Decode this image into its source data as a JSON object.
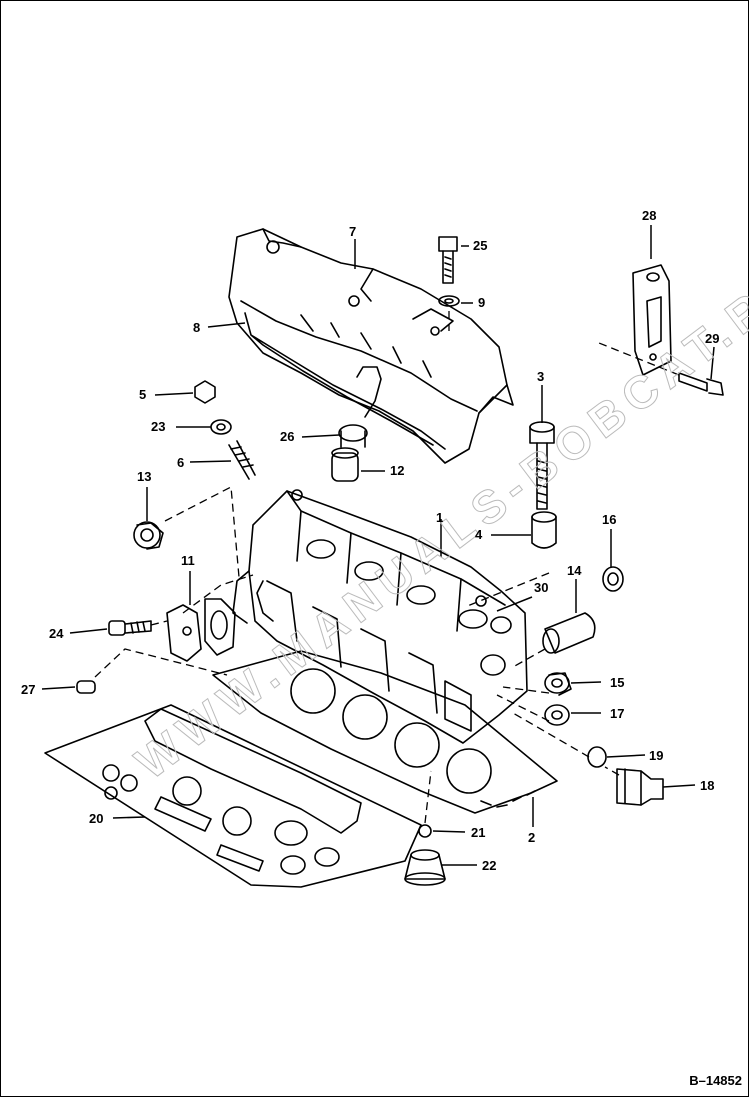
{
  "figure_id": "B–14852",
  "parts": [
    "1",
    "2",
    "3",
    "4",
    "5",
    "6",
    "7",
    "8",
    "9",
    "11",
    "12",
    "13",
    "14",
    "15",
    "16",
    "17",
    "18",
    "19",
    "20",
    "21",
    "22",
    "23",
    "24",
    "25",
    "26",
    "27",
    "28",
    "29",
    "30"
  ],
  "colors": {
    "line": "#000000",
    "background": "#ffffff"
  }
}
